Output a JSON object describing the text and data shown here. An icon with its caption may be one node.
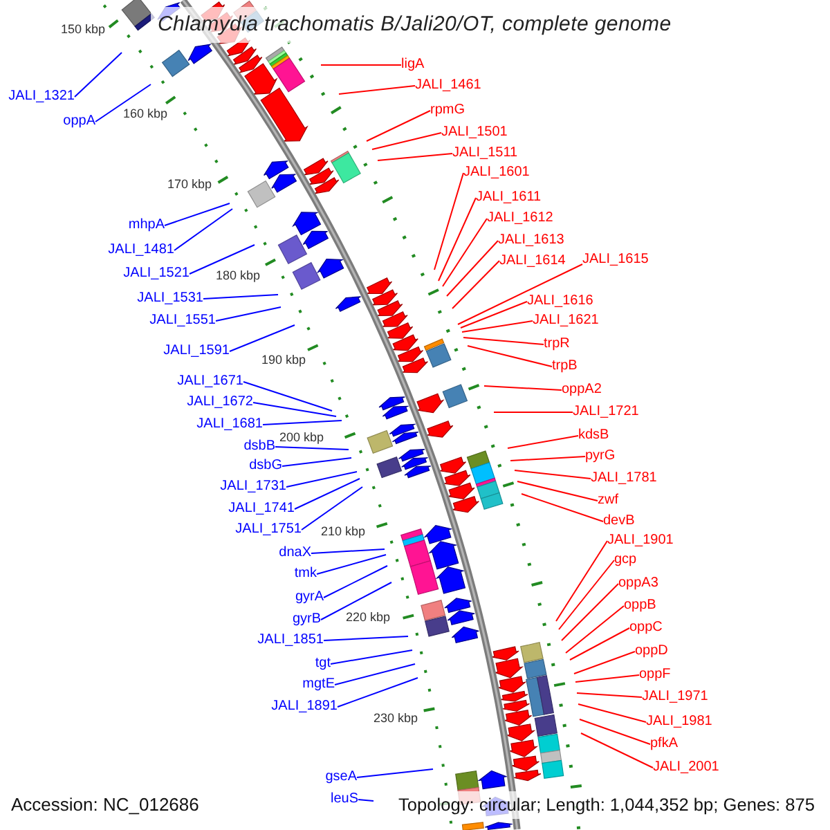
{
  "diagram": {
    "title": "Chlamydia trachomatis B/Jali20/OT, complete genome",
    "nodes": [
      {
        "text": [
          "JALI_1321"
        ]
      },
      {
        "text": [
          "oppA"
        ]
      },
      {
        "text": [
          "mhpA"
        ]
      },
      {
        "text": [
          "JALI_1481"
        ]
      },
      {
        "text": [
          "JALI_1521"
        ]
      },
      {
        "text": [
          "JALI_1531"
        ]
      },
      {
        "text": [
          "JALI_1551"
        ]
      },
      {
        "text": [
          "JALI_1591"
        ]
      },
      {
        "text": [
          "JALI_1671"
        ]
      },
      {
        "text": [
          "JALI_1672"
        ]
      },
      {
        "text": [
          "JALI_1681"
        ]
      },
      {
        "text": [
          "dsbB"
        ]
      },
      {
        "text": [
          "dsbG"
        ]
      },
      {
        "text": [
          "JALI_1731"
        ]
      },
      {
        "text": [
          "JALI_1741"
        ]
      },
      {
        "text": [
          "JALI_1751"
        ]
      },
      {
        "text": [
          "dnaX"
        ]
      },
      {
        "text": [
          "tmk"
        ]
      },
      {
        "text": [
          "gyrA"
        ]
      },
      {
        "text": [
          "gyrB"
        ]
      },
      {
        "text": [
          "JALI_1851"
        ]
      },
      {
        "text": [
          "tgt"
        ]
      },
      {
        "text": [
          "mgtE"
        ]
      },
      {
        "text": [
          "JALI_1891"
        ]
      },
      {
        "text": [
          "gseA"
        ]
      },
      {
        "text": [
          "leuS"
        ]
      },
      {
        "text": [
          "ligA"
        ]
      },
      {
        "text": [
          "JALI_1461"
        ]
      },
      {
        "text": [
          "rpmG"
        ]
      },
      {
        "text": [
          "JALI_1501"
        ]
      },
      {
        "text": [
          "JALI_1511"
        ]
      },
      {
        "text": [
          "JALI_1601"
        ]
      },
      {
        "text": [
          "JALI_1611"
        ]
      },
      {
        "text": [
          "JALI_1612"
        ]
      },
      {
        "text": [
          "JALI_1613"
        ]
      },
      {
        "text": [
          "JALI_1614"
        ]
      },
      {
        "text": [
          "JALI_1615"
        ]
      },
      {
        "text": [
          "JALI_1616"
        ]
      },
      {
        "text": [
          "JALI_1621"
        ]
      },
      {
        "text": [
          "trpR"
        ]
      },
      {
        "text": [
          "trpB"
        ]
      },
      {
        "text": [
          "oppA2"
        ]
      },
      {
        "text": [
          "JALI_1721"
        ]
      },
      {
        "text": [
          "kdsB"
        ]
      },
      {
        "text": [
          "pyrG"
        ]
      },
      {
        "text": [
          "JALI_1781"
        ]
      },
      {
        "text": [
          "zwf"
        ]
      },
      {
        "text": [
          "devB"
        ]
      },
      {
        "text": [
          "JALI_1901"
        ]
      },
      {
        "text": [
          "gcp"
        ]
      },
      {
        "text": [
          "oppA3"
        ]
      },
      {
        "text": [
          "oppB"
        ]
      },
      {
        "text": [
          "oppC"
        ]
      },
      {
        "text": [
          "oppD"
        ]
      },
      {
        "text": [
          "oppF"
        ]
      },
      {
        "text": [
          "JALI_1971"
        ]
      },
      {
        "text": [
          "JALI_1981"
        ]
      },
      {
        "text": [
          "pfkA"
        ]
      },
      {
        "text": [
          "JALI_2001"
        ]
      }
    ],
    "edges": [
      {
        "from": 0,
        "to": null,
        "arrow": "none",
        "color": "#0000ff"
      },
      {
        "from": 1,
        "to": null,
        "arrow": "none",
        "color": "#0000ff"
      },
      {
        "from": 2,
        "to": null,
        "arrow": "none",
        "color": "#0000ff"
      },
      {
        "from": 3,
        "to": null,
        "arrow": "none",
        "color": "#0000ff"
      },
      {
        "from": 4,
        "to": null,
        "arrow": "none",
        "color": "#0000ff"
      },
      {
        "from": 5,
        "to": null,
        "arrow": "none",
        "color": "#0000ff"
      },
      {
        "from": 6,
        "to": null,
        "arrow": "none",
        "color": "#0000ff"
      },
      {
        "from": 7,
        "to": null,
        "arrow": "none",
        "color": "#0000ff"
      },
      {
        "from": 8,
        "to": null,
        "arrow": "none",
        "color": "#0000ff"
      },
      {
        "from": 9,
        "to": null,
        "arrow": "none",
        "color": "#0000ff"
      },
      {
        "from": 10,
        "to": null,
        "arrow": "none",
        "color": "#0000ff"
      },
      {
        "from": 11,
        "to": null,
        "arrow": "none",
        "color": "#0000ff"
      },
      {
        "from": 12,
        "to": null,
        "arrow": "none",
        "color": "#0000ff"
      },
      {
        "from": 13,
        "to": null,
        "arrow": "none",
        "color": "#0000ff"
      },
      {
        "from": 14,
        "to": null,
        "arrow": "none",
        "color": "#0000ff"
      },
      {
        "from": 15,
        "to": null,
        "arrow": "none",
        "color": "#0000ff"
      },
      {
        "from": 16,
        "to": null,
        "arrow": "none",
        "color": "#0000ff"
      },
      {
        "from": 17,
        "to": null,
        "arrow": "none",
        "color": "#0000ff"
      },
      {
        "from": 18,
        "to": null,
        "arrow": "none",
        "color": "#0000ff"
      },
      {
        "from": 19,
        "to": null,
        "arrow": "none",
        "color": "#0000ff"
      },
      {
        "from": 20,
        "to": null,
        "arrow": "none",
        "color": "#0000ff"
      },
      {
        "from": 21,
        "to": null,
        "arrow": "none",
        "color": "#0000ff"
      },
      {
        "from": 22,
        "to": null,
        "arrow": "none",
        "color": "#0000ff"
      },
      {
        "from": 23,
        "to": null,
        "arrow": "none",
        "color": "#0000ff"
      },
      {
        "from": 24,
        "to": null,
        "arrow": "none",
        "color": "#0000ff"
      },
      {
        "from": 25,
        "to": null,
        "arrow": "none",
        "color": "#0000ff"
      },
      {
        "from": 26,
        "to": null,
        "arrow": "none"
      },
      {
        "from": 27,
        "to": null,
        "arrow": "none"
      },
      {
        "from": 28,
        "to": null,
        "arrow": "none"
      },
      {
        "from": 29,
        "to": null,
        "arrow": "none"
      },
      {
        "from": 30,
        "to": null,
        "arrow": "none"
      },
      {
        "from": 31,
        "to": null,
        "arrow": "none"
      },
      {
        "from": 32,
        "to": null,
        "arrow": "none"
      },
      {
        "from": 33,
        "to": null,
        "arrow": "none"
      },
      {
        "from": 34,
        "to": null,
        "arrow": "none"
      },
      {
        "from": 35,
        "to": null,
        "arrow": "none"
      },
      {
        "from": 36,
        "to": null,
        "arrow": "none"
      },
      {
        "from": 37,
        "to": null,
        "arrow": "none"
      },
      {
        "from": 38,
        "to": null,
        "arrow": "none"
      },
      {
        "from": 39,
        "to": null,
        "arrow": "none"
      },
      {
        "from": 40,
        "to": null,
        "arrow": "none"
      },
      {
        "from": 41,
        "to": null,
        "arrow": "none"
      },
      {
        "from": 42,
        "to": null,
        "arrow": "none"
      },
      {
        "from": 43,
        "to": null,
        "arrow": "none"
      },
      {
        "from": 44,
        "to": null,
        "arrow": "none"
      },
      {
        "from": 45,
        "to": null,
        "arrow": "none"
      },
      {
        "from": 46,
        "to": null,
        "arrow": "none"
      },
      {
        "from": 47,
        "to": null,
        "arrow": "none"
      },
      {
        "from": 48,
        "to": null,
        "arrow": "none"
      },
      {
        "from": 49,
        "to": null,
        "arrow": "none"
      },
      {
        "from": 50,
        "to": null,
        "arrow": "none"
      },
      {
        "from": 51,
        "to": null,
        "arrow": "none"
      },
      {
        "from": 52,
        "to": null,
        "arrow": "none"
      },
      {
        "from": 53,
        "to": null,
        "arrow": "none"
      },
      {
        "from": 54,
        "to": null,
        "arrow": "none"
      },
      {
        "from": 55,
        "to": null,
        "arrow": "none"
      },
      {
        "from": 56,
        "to": null,
        "arrow": "none"
      },
      {
        "from": 57,
        "to": null,
        "arrow": "none"
      },
      {
        "from": 58,
        "to": null,
        "arrow": "none"
      }
    ],
    "labels": [
      "150 kbp",
      "160 kbp",
      "170 kbp",
      "180 kbp",
      "190 kbp",
      "200 kbp",
      "210 kbp",
      "220 kbp",
      "230 kbp",
      "Accession: NC_012686",
      "Topology: circular; Length: 1,044,352 bp; Genes: 875"
    ]
  }
}
